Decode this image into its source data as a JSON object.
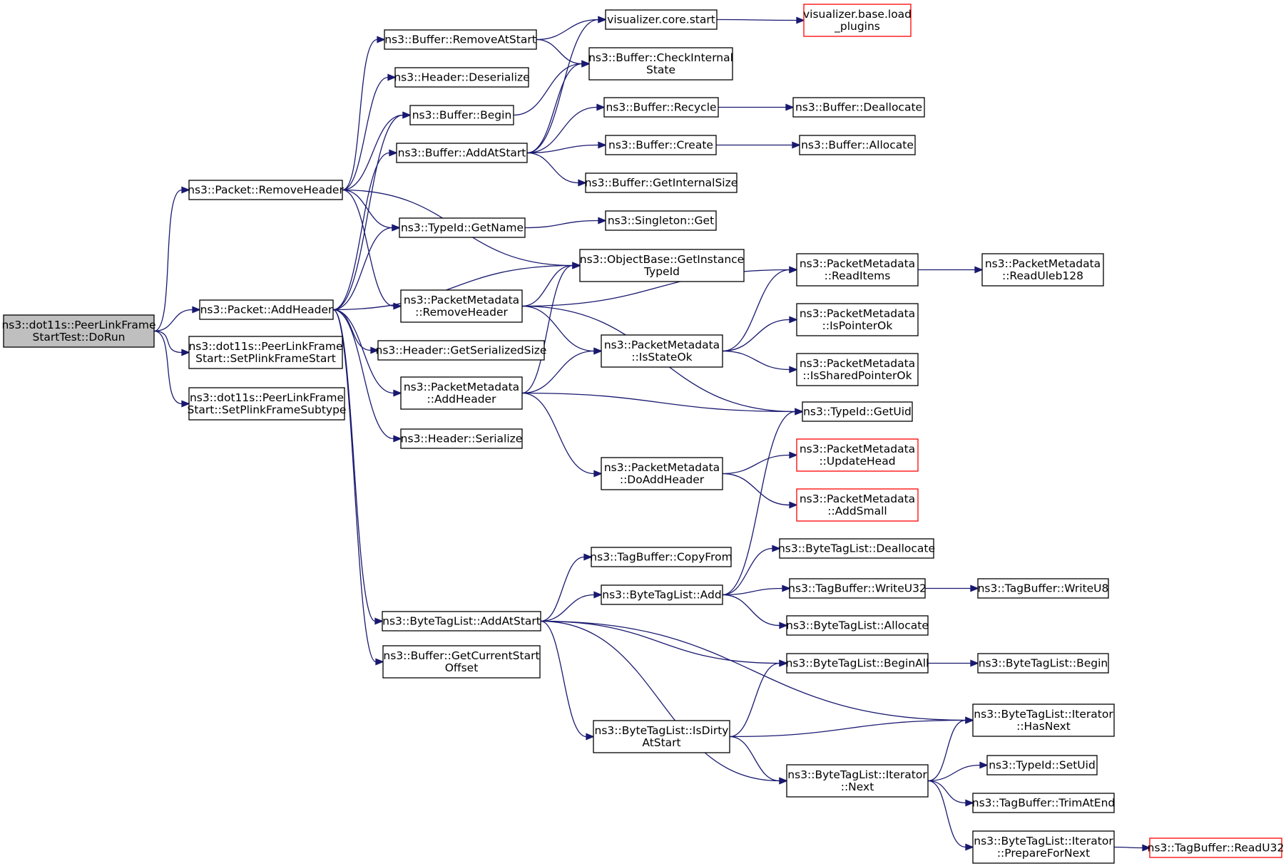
{
  "graph": {
    "style": {
      "edge_color": "#191970",
      "node_border": "#000000",
      "truncated_node_border": "#ff0000",
      "focus_node_fill": "#bfbfbf",
      "node_fill": "#ffffff"
    },
    "nodes": [
      {
        "id": "dorun",
        "lines": [
          "ns3::dot11s::PeerLinkFrame",
          "StartTest::DoRun"
        ],
        "focus": true
      },
      {
        "id": "removeheader",
        "lines": [
          "ns3::Packet::RemoveHeader"
        ]
      },
      {
        "id": "addheader",
        "lines": [
          "ns3::Packet::AddHeader"
        ]
      },
      {
        "id": "setstart",
        "lines": [
          "ns3::dot11s::PeerLinkFrame",
          "Start::SetPlinkFrameStart"
        ]
      },
      {
        "id": "setsubtype",
        "lines": [
          "ns3::dot11s::PeerLinkFrame",
          "Start::SetPlinkFrameSubtype"
        ]
      },
      {
        "id": "removeatstart",
        "lines": [
          "ns3::Buffer::RemoveAtStart"
        ]
      },
      {
        "id": "hdeserialize",
        "lines": [
          "ns3::Header::Deserialize"
        ]
      },
      {
        "id": "bbegin",
        "lines": [
          "ns3::Buffer::Begin"
        ]
      },
      {
        "id": "baddatstart",
        "lines": [
          "ns3::Buffer::AddAtStart"
        ]
      },
      {
        "id": "getname",
        "lines": [
          "ns3::TypeId::GetName"
        ]
      },
      {
        "id": "pmremovehdr",
        "lines": [
          "ns3::PacketMetadata",
          "::RemoveHeader"
        ]
      },
      {
        "id": "getsersize",
        "lines": [
          "ns3::Header::GetSerializedSize"
        ]
      },
      {
        "id": "pmaddhdr",
        "lines": [
          "ns3::PacketMetadata",
          "::AddHeader"
        ]
      },
      {
        "id": "hserialize",
        "lines": [
          "ns3::Header::Serialize"
        ]
      },
      {
        "id": "btladdatstart",
        "lines": [
          "ns3::ByteTagList::AddAtStart"
        ]
      },
      {
        "id": "getcurstart",
        "lines": [
          "ns3::Buffer::GetCurrentStart",
          "Offset"
        ]
      },
      {
        "id": "vizstart",
        "lines": [
          "visualizer.core.start"
        ]
      },
      {
        "id": "checkinternal",
        "lines": [
          "ns3::Buffer::CheckInternal",
          "State"
        ]
      },
      {
        "id": "recycle",
        "lines": [
          "ns3::Buffer::Recycle"
        ]
      },
      {
        "id": "bcreate",
        "lines": [
          "ns3::Buffer::Create"
        ]
      },
      {
        "id": "getinternalsize",
        "lines": [
          "ns3::Buffer::GetInternalSize"
        ]
      },
      {
        "id": "singletonget",
        "lines": [
          "ns3::Singleton::Get"
        ]
      },
      {
        "id": "getinstancetid",
        "lines": [
          "ns3::ObjectBase::GetInstance",
          "TypeId"
        ]
      },
      {
        "id": "isstateok",
        "lines": [
          "ns3::PacketMetadata",
          "::IsStateOk"
        ]
      },
      {
        "id": "doaddheader",
        "lines": [
          "ns3::PacketMetadata",
          "::DoAddHeader"
        ]
      },
      {
        "id": "tbcopyfrom",
        "lines": [
          "ns3::TagBuffer::CopyFrom"
        ]
      },
      {
        "id": "btladd",
        "lines": [
          "ns3::ByteTagList::Add"
        ]
      },
      {
        "id": "isdirtyatstart",
        "lines": [
          "ns3::ByteTagList::IsDirty",
          "AtStart"
        ]
      },
      {
        "id": "vizloadplugins",
        "lines": [
          "visualizer.base.load",
          "_plugins"
        ],
        "truncated": true
      },
      {
        "id": "bdeallocate",
        "lines": [
          "ns3::Buffer::Deallocate"
        ]
      },
      {
        "id": "ballocate",
        "lines": [
          "ns3::Buffer::Allocate"
        ]
      },
      {
        "id": "readitems",
        "lines": [
          "ns3::PacketMetadata",
          "::ReadItems"
        ]
      },
      {
        "id": "ispointerok",
        "lines": [
          "ns3::PacketMetadata",
          "::IsPointerOk"
        ]
      },
      {
        "id": "issharedptrok",
        "lines": [
          "ns3::PacketMetadata",
          "::IsSharedPointerOk"
        ]
      },
      {
        "id": "getuid",
        "lines": [
          "ns3::TypeId::GetUid"
        ]
      },
      {
        "id": "updatehead",
        "lines": [
          "ns3::PacketMetadata",
          "::UpdateHead"
        ],
        "truncated": true
      },
      {
        "id": "addsmall",
        "lines": [
          "ns3::PacketMetadata",
          "::AddSmall"
        ],
        "truncated": true
      },
      {
        "id": "btldeallocate",
        "lines": [
          "ns3::ByteTagList::Deallocate"
        ]
      },
      {
        "id": "writeu32",
        "lines": [
          "ns3::TagBuffer::WriteU32"
        ]
      },
      {
        "id": "btlallocate",
        "lines": [
          "ns3::ByteTagList::Allocate"
        ]
      },
      {
        "id": "beginall",
        "lines": [
          "ns3::ByteTagList::BeginAll"
        ]
      },
      {
        "id": "itnext",
        "lines": [
          "ns3::ByteTagList::Iterator",
          "::Next"
        ]
      },
      {
        "id": "readuleb128",
        "lines": [
          "ns3::PacketMetadata",
          "::ReadUleb128"
        ]
      },
      {
        "id": "writeu8",
        "lines": [
          "ns3::TagBuffer::WriteU8"
        ]
      },
      {
        "id": "btlbegin",
        "lines": [
          "ns3::ByteTagList::Begin"
        ]
      },
      {
        "id": "ithasnext",
        "lines": [
          "ns3::ByteTagList::Iterator",
          "::HasNext"
        ]
      },
      {
        "id": "setuid",
        "lines": [
          "ns3::TypeId::SetUid"
        ]
      },
      {
        "id": "trimatend",
        "lines": [
          "ns3::TagBuffer::TrimAtEnd"
        ]
      },
      {
        "id": "prepfornext",
        "lines": [
          "ns3::ByteTagList::Iterator",
          "::PrepareForNext"
        ]
      },
      {
        "id": "readu32",
        "lines": [
          "ns3::TagBuffer::ReadU32"
        ],
        "truncated": true
      }
    ],
    "edges": [
      [
        "dorun",
        "removeheader"
      ],
      [
        "dorun",
        "addheader"
      ],
      [
        "dorun",
        "setstart"
      ],
      [
        "dorun",
        "setsubtype"
      ],
      [
        "removeheader",
        "removeatstart"
      ],
      [
        "removeheader",
        "hdeserialize"
      ],
      [
        "removeheader",
        "bbegin"
      ],
      [
        "removeheader",
        "getname"
      ],
      [
        "removeheader",
        "pmremovehdr"
      ],
      [
        "removeheader",
        "getinstancetid"
      ],
      [
        "addheader",
        "bbegin"
      ],
      [
        "addheader",
        "baddatstart"
      ],
      [
        "addheader",
        "getname"
      ],
      [
        "addheader",
        "getinstancetid"
      ],
      [
        "addheader",
        "getsersize"
      ],
      [
        "addheader",
        "pmaddhdr"
      ],
      [
        "addheader",
        "hserialize"
      ],
      [
        "addheader",
        "btladdatstart"
      ],
      [
        "addheader",
        "getcurstart"
      ],
      [
        "removeatstart",
        "vizstart"
      ],
      [
        "removeatstart",
        "checkinternal"
      ],
      [
        "bbegin",
        "checkinternal"
      ],
      [
        "baddatstart",
        "vizstart"
      ],
      [
        "baddatstart",
        "checkinternal"
      ],
      [
        "baddatstart",
        "recycle"
      ],
      [
        "baddatstart",
        "bcreate"
      ],
      [
        "baddatstart",
        "getinternalsize"
      ],
      [
        "getname",
        "singletonget"
      ],
      [
        "pmremovehdr",
        "getinstancetid"
      ],
      [
        "pmremovehdr",
        "readitems"
      ],
      [
        "pmremovehdr",
        "isstateok"
      ],
      [
        "pmremovehdr",
        "getuid"
      ],
      [
        "pmaddhdr",
        "getinstancetid"
      ],
      [
        "pmaddhdr",
        "isstateok"
      ],
      [
        "pmaddhdr",
        "getuid"
      ],
      [
        "pmaddhdr",
        "doaddheader"
      ],
      [
        "btladdatstart",
        "tbcopyfrom"
      ],
      [
        "btladdatstart",
        "btladd"
      ],
      [
        "btladdatstart",
        "beginall"
      ],
      [
        "btladdatstart",
        "ithasnext"
      ],
      [
        "btladdatstart",
        "isdirtyatstart"
      ],
      [
        "btladdatstart",
        "itnext"
      ],
      [
        "vizstart",
        "vizloadplugins"
      ],
      [
        "recycle",
        "bdeallocate"
      ],
      [
        "bcreate",
        "ballocate"
      ],
      [
        "isstateok",
        "readitems"
      ],
      [
        "isstateok",
        "ispointerok"
      ],
      [
        "isstateok",
        "issharedptrok"
      ],
      [
        "doaddheader",
        "updatehead"
      ],
      [
        "doaddheader",
        "addsmall"
      ],
      [
        "btladd",
        "getuid"
      ],
      [
        "btladd",
        "btldeallocate"
      ],
      [
        "btladd",
        "writeu32"
      ],
      [
        "btladd",
        "btlallocate"
      ],
      [
        "isdirtyatstart",
        "beginall"
      ],
      [
        "isdirtyatstart",
        "ithasnext"
      ],
      [
        "isdirtyatstart",
        "itnext"
      ],
      [
        "readitems",
        "readuleb128"
      ],
      [
        "writeu32",
        "writeu8"
      ],
      [
        "beginall",
        "btlbegin"
      ],
      [
        "itnext",
        "ithasnext"
      ],
      [
        "itnext",
        "setuid"
      ],
      [
        "itnext",
        "trimatend"
      ],
      [
        "itnext",
        "prepfornext"
      ],
      [
        "prepfornext",
        "readu32"
      ]
    ]
  }
}
